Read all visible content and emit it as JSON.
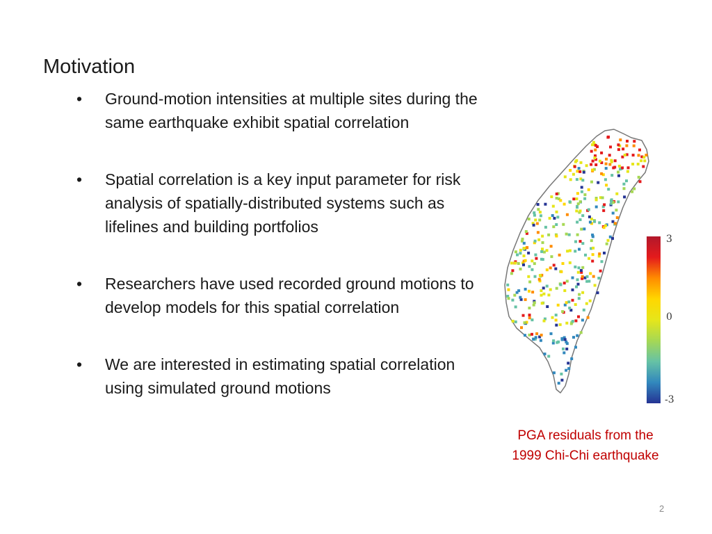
{
  "slide": {
    "title": "Motivation",
    "bullet_symbol": "•",
    "bullets": [
      "Ground-motion intensities at multiple sites during the same earthquake exhibit spatial correlation",
      "Spatial correlation is a key input parameter for risk analysis of spatially-distributed systems such as lifelines and building portfolios",
      "Researchers have used recorded ground motions to develop models for this spatial correlation",
      "We are interested in estimating spatial correlation using simulated ground motions"
    ],
    "page_number": "2"
  },
  "figure": {
    "caption_line1": "PGA residuals from the",
    "caption_line2": "1999 Chi-Chi earthquake",
    "colorbar": {
      "labels": [
        "3",
        "0",
        "-3"
      ],
      "min": -3,
      "max": 3,
      "colors": [
        "#b2182b",
        "#e41a1c",
        "#ff8c00",
        "#ffd700",
        "#e6e61a",
        "#a6d854",
        "#66c2a5",
        "#3288bd",
        "#253494"
      ]
    },
    "outline_color": "#777777"
  }
}
